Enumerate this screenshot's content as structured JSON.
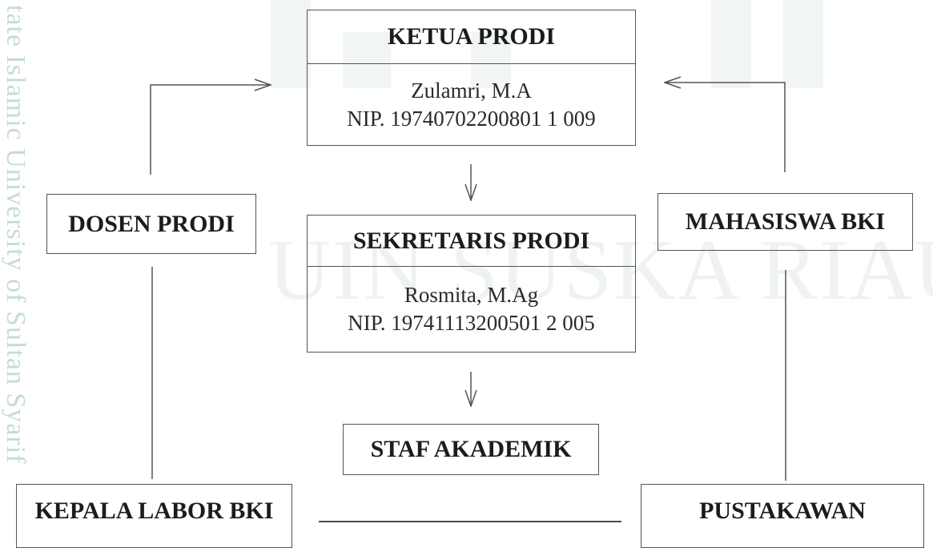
{
  "watermark": {
    "side_text": "tate Islamic University of Sultan Syarif",
    "center_text": "UIN SUSKA RIAU"
  },
  "ketua": {
    "title": "KETUA PRODI",
    "name": "Zulamri, M.A",
    "nip": "NIP. 19740702200801 1 009"
  },
  "sekretaris": {
    "title": "SEKRETARIS PRODI",
    "name": "Rosmita, M.Ag",
    "nip": "NIP. 19741113200501 2 005"
  },
  "staf": {
    "title": "STAF AKADEMIK"
  },
  "dosen": {
    "title": "DOSEN PRODI"
  },
  "mahasiswa": {
    "title": "MAHASISWA BKI"
  },
  "labor": {
    "title": "KEPALA LABOR BKI"
  },
  "pustakawan": {
    "title": "PUSTAKAWAN"
  },
  "colors": {
    "line": "#555555",
    "watermark": "#c6dcd4"
  }
}
